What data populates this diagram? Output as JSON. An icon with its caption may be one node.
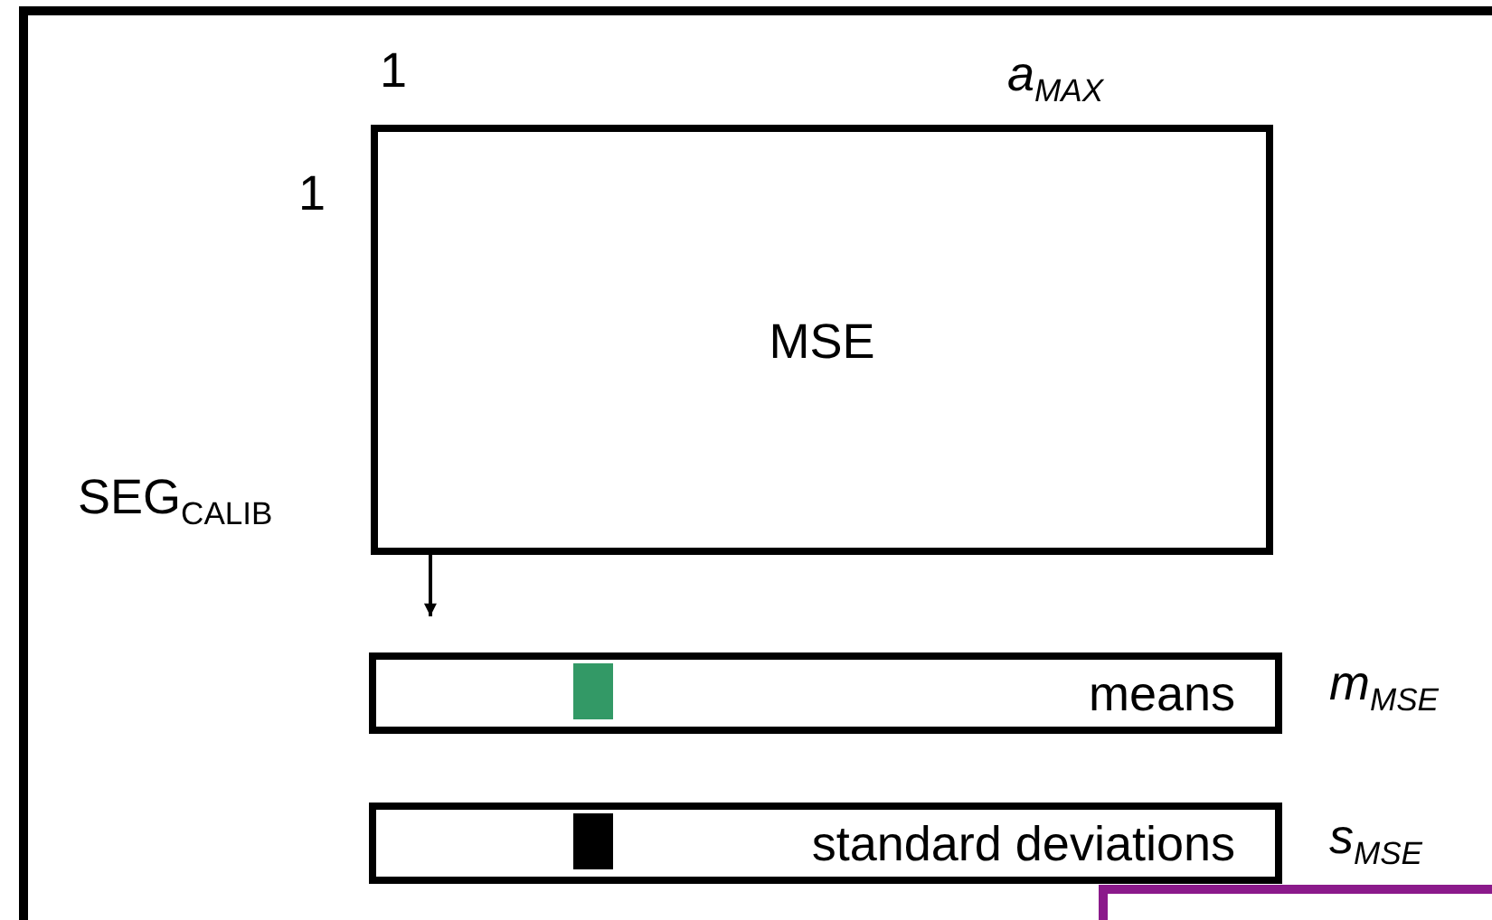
{
  "diagram": {
    "nodes": [
      {
        "text": [
          "MSE"
        ]
      },
      {
        "text": [
          "means"
        ],
        "beside": [
          "m$_{MSE}$"
        ]
      },
      {
        "text": [
          "standard deviations"
        ],
        "beside": [
          "s$_{MSE}$"
        ]
      }
    ],
    "edges": [
      {
        "from": 0,
        "to": 1,
        "arrow": "to"
      }
    ],
    "labels": [
      "1",
      "a$_{MAX}$",
      "1",
      "SEG$_{CALIB}$"
    ]
  }
}
